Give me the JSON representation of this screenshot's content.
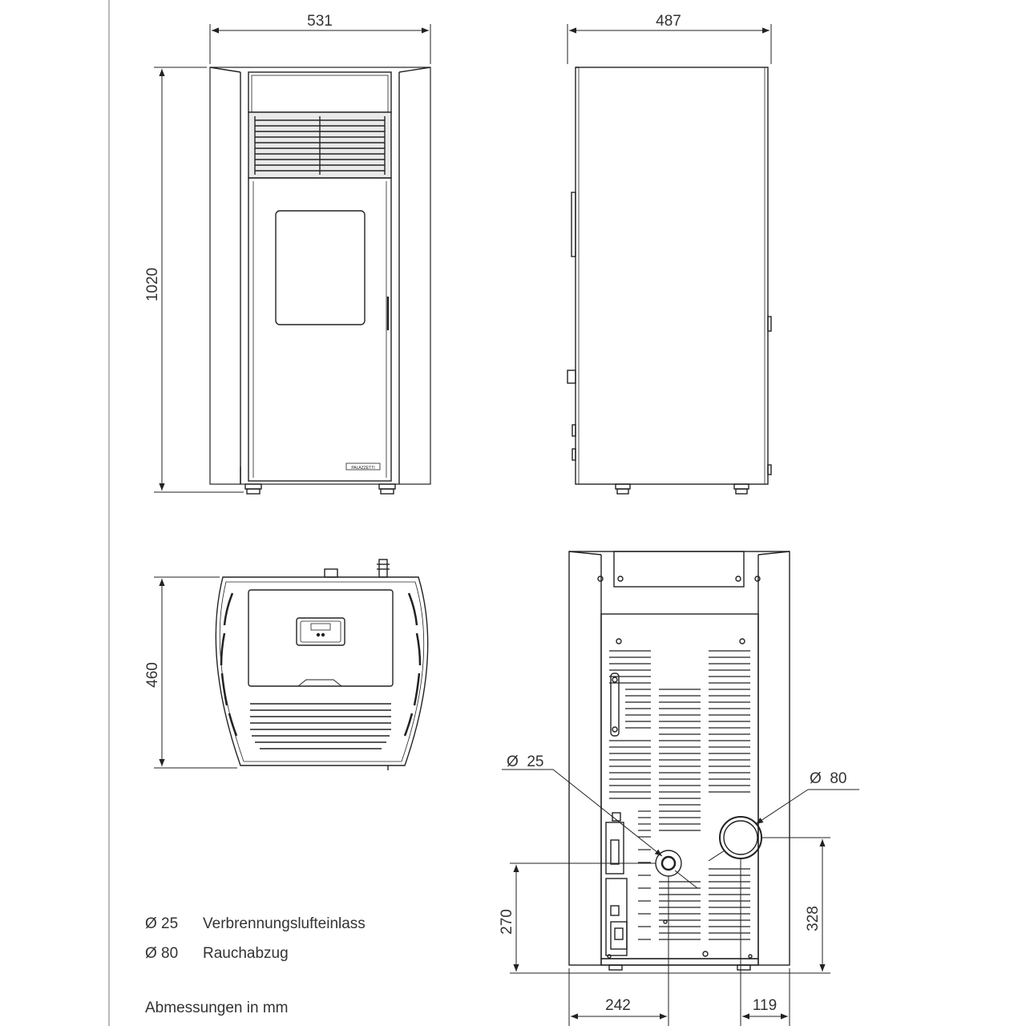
{
  "drawing": {
    "front_view": {
      "width": "531",
      "height": "1020"
    },
    "side_view": {
      "depth": "487"
    },
    "top_view": {
      "depth": "460"
    },
    "rear_view": {
      "air_inlet_diameter": "Ø  25",
      "flue_diameter": "Ø  80",
      "air_inlet_height": "270",
      "flue_height": "328",
      "air_inlet_offset": "242",
      "flue_offset": "119"
    }
  },
  "legend": [
    {
      "symbol": "Ø 25",
      "label": "Verbrennungslufteinlass"
    },
    {
      "symbol": "Ø 80",
      "label": "Rauchabzug"
    }
  ],
  "note": "Abmessungen in mm",
  "brand_plate": "PALAZZETTI"
}
